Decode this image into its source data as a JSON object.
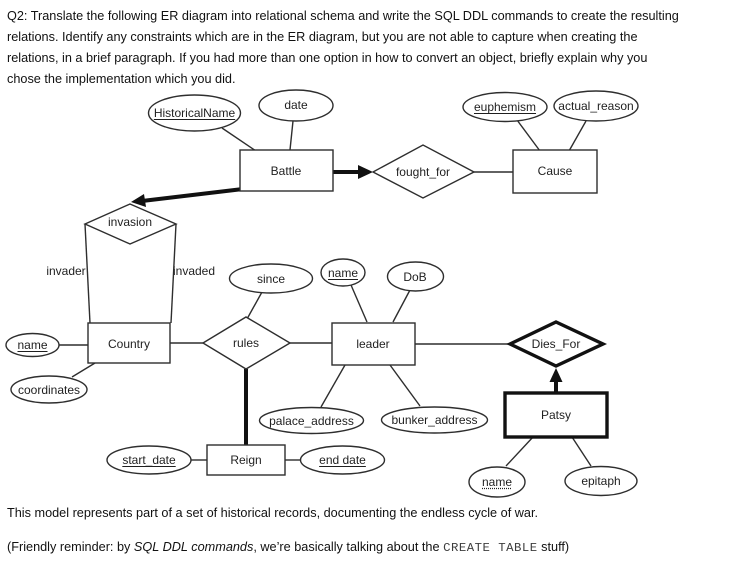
{
  "question": {
    "lines": [
      "Q2: Translate the following ER diagram into relational schema and write the SQL DDL commands to create the resulting",
      "relations. Identify any constraints which are in the ER diagram, but you are not able to capture when creating the",
      "relations, in a brief paragraph. If you had more than one option in how to convert an object, briefly explain why you",
      "chose the implementation which you did."
    ]
  },
  "er": {
    "entities": {
      "battle": "Battle",
      "cause": "Cause",
      "country": "Country",
      "leader": "leader",
      "reign": "Reign",
      "patsy": "Patsy"
    },
    "relationships": {
      "fought_for": "fought_for",
      "invasion": "invasion",
      "rules": "rules",
      "dies_for": "Dies_For"
    },
    "attributes": {
      "historical_name": "HistoricalName",
      "date": "date",
      "euphemism": "euphemism",
      "actual_reason": "actual_reason",
      "since": "since",
      "leader_name": "name",
      "dob": "DoB",
      "country_name": "name",
      "coordinates": "coordinates",
      "palace_address": "palace_address",
      "bunker_address": "bunker_address",
      "start_date": "start_date",
      "end_date": "end date",
      "patsy_name": "name",
      "epitaph": "epitaph"
    },
    "roles": {
      "invader": "invader",
      "invaded": "invaded"
    }
  },
  "footer": {
    "line1": "This model represents part of a set of historical records, documenting the endless cycle of war.",
    "line2_prefix": "(Friendly reminder: by ",
    "line2_italic": "SQL DDL commands",
    "line2_mid": ", we’re basically talking about the ",
    "line2_code": "CREATE TABLE",
    "line2_suffix": " stuff)"
  }
}
